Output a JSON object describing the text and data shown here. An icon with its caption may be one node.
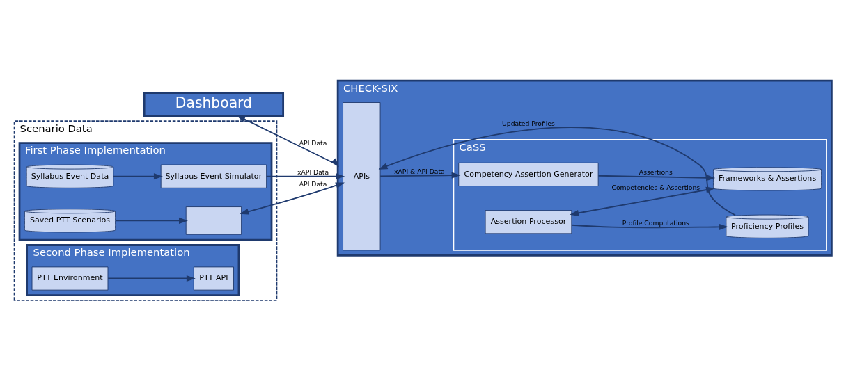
{
  "diagram": {
    "nodes": [
      {
        "text": [
          "Dashboard"
        ]
      },
      {
        "text": [
          "Scenario Data"
        ]
      },
      {
        "text": [
          "First Phase Implementation"
        ],
        "in": 1
      },
      {
        "text": [
          "Syllabus Event Data"
        ],
        "in": 2
      },
      {
        "text": [
          "Syllabus Event Simulator"
        ],
        "in": 2
      },
      {
        "text": [
          "Saved PTT Scenarios"
        ],
        "in": 2
      },
      {
        "text": [],
        "shape": "box",
        "in": 2
      },
      {
        "text": [
          "Second Phase Implementation"
        ],
        "in": 1
      },
      {
        "text": [
          "PTT Environment"
        ],
        "in": 7
      },
      {
        "text": [
          "PTT API"
        ],
        "in": 7
      },
      {
        "text": [
          "CHECK-SIX"
        ]
      },
      {
        "text": [
          "APIs"
        ],
        "in": 10
      },
      {
        "text": [
          "CaSS"
        ],
        "in": 10
      },
      {
        "text": [
          "Competency Assertion Generator"
        ],
        "in": 12
      },
      {
        "text": [
          "Frameworks & Assertions"
        ],
        "in": 12
      },
      {
        "text": [
          "Assertion Processor"
        ],
        "in": 12
      },
      {
        "text": [
          "Proficiency Profiles"
        ],
        "in": 12
      }
    ],
    "edges": [
      {
        "from": 0,
        "to": 10,
        "arrow": "both",
        "label": "API Data"
      },
      {
        "from": 3,
        "to": 4,
        "arrow": "to"
      },
      {
        "from": 4,
        "to": 11,
        "arrow": "to",
        "label": "xAPI Data"
      },
      {
        "from": 5,
        "to": 6,
        "arrow": "to"
      },
      {
        "from": 6,
        "to": 11,
        "arrow": "both",
        "label": "API Data"
      },
      {
        "from": 8,
        "to": 9,
        "arrow": "to"
      },
      {
        "from": 11,
        "to": 13,
        "arrow": "to",
        "label": "xAPI & API Data"
      },
      {
        "from": 13,
        "to": 14,
        "arrow": "to",
        "label": "Assertions"
      },
      {
        "from": 15,
        "to": 14,
        "arrow": "both",
        "label": "Competencies & Assertions"
      },
      {
        "from": 15,
        "to": 16,
        "arrow": "to",
        "label": "Profile Computations"
      },
      {
        "from": 16,
        "to": 11,
        "arrow": "to",
        "label": "Updated Profiles"
      }
    ]
  }
}
